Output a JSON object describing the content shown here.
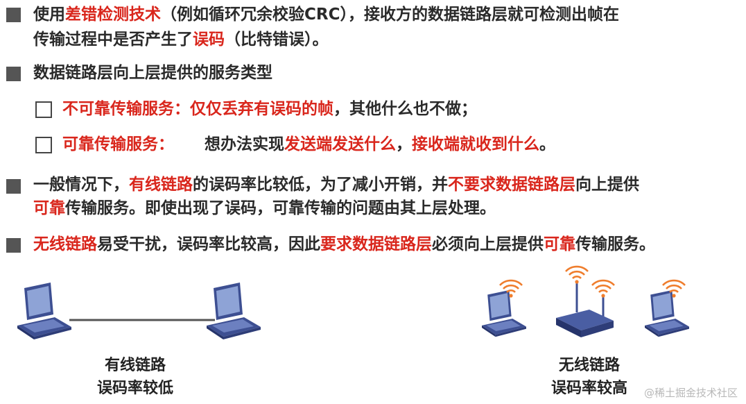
{
  "s1": {
    "l1a": "使用",
    "l1b": "差错检测技术",
    "l1c": "（例如循环冗余校验CRC），接收方的数据链路层就可检测出帧在",
    "l2a": "传输过程中是否产生了",
    "l2b": "误码",
    "l2c": "（比特错误）。"
  },
  "s2": {
    "text": "数据链路层向上层提供的服务类型"
  },
  "opt1": {
    "a": "不可靠传输服务：",
    "b": "仅仅丢弃有误码的帧",
    "c": "，其他什么也不做；"
  },
  "opt2": {
    "a": "可靠传输服务：",
    "b": "想办法实现",
    "c": "发送端发送什么",
    "d": "，",
    "e": "接收端就收到什么",
    "f": "。"
  },
  "s3": {
    "l1a": "一般情况下，",
    "l1b": "有线链路",
    "l1c": "的误码率比较低，为了减小开销，并",
    "l1d": "不要求数据链路层",
    "l1e": "向上提供",
    "l2a": "可靠",
    "l2b": "传输服务。即使出现了误码，可靠传输的问题由其上层处理。"
  },
  "s4": {
    "a": "无线链路",
    "b": "易受干扰，误码率比较高，因此",
    "c": "要求数据链路层",
    "d": "必须向上层提供",
    "e": "可靠",
    "f": "传输服务。"
  },
  "wired": {
    "line1": "有线链路",
    "line2": "误码率较低"
  },
  "wireless": {
    "line1": "无线链路",
    "line2": "误码率较高"
  },
  "watermark": "@稀土掘金技术社区",
  "colors": {
    "accent": "#d9261c",
    "laptop": "#3d4f92",
    "wifi": "#ef7d2d"
  }
}
